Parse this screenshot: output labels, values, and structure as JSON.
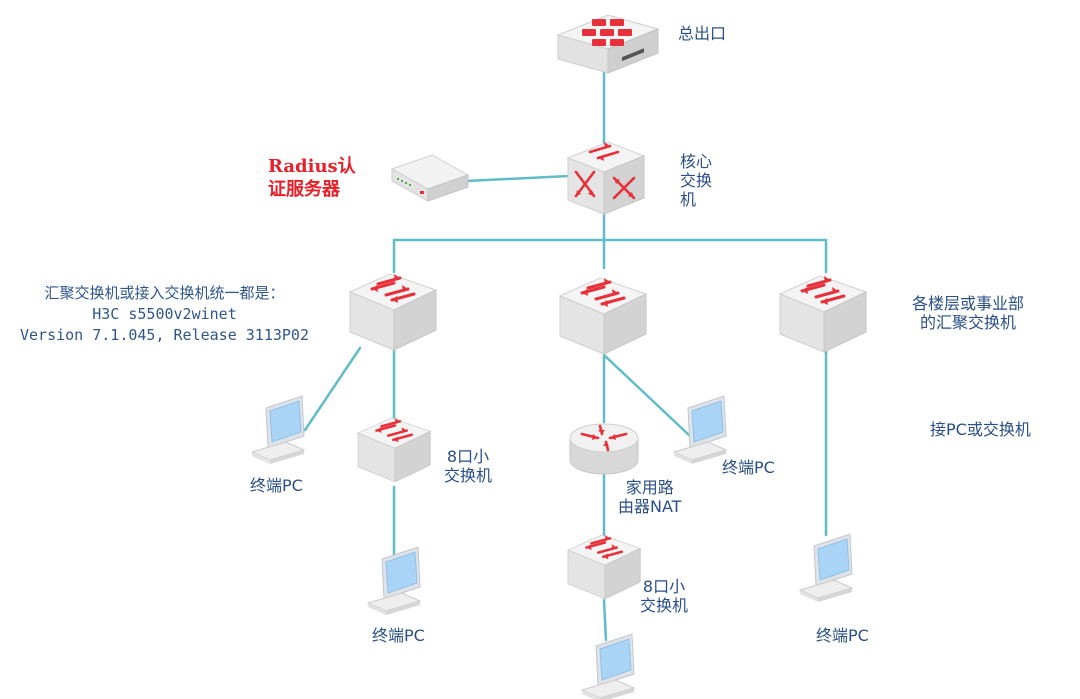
{
  "labels": {
    "exit": "总出口",
    "core": [
      "核心",
      "交换",
      "机"
    ],
    "radius": [
      "Radius认",
      "证服务器"
    ],
    "note": [
      "汇聚交换机或接入交换机统一都是：",
      "H3C s5500v2winet",
      "Version 7.1.045, Release 3113P02"
    ],
    "floors": [
      "各楼层或事业部",
      "的汇聚交换机"
    ],
    "connect_note": "接PC或交换机",
    "small_switch_left": [
      "8口小",
      "交换机"
    ],
    "small_switch_mid": [
      "8口小",
      "交换机"
    ],
    "router": [
      "家用路",
      "由器NAT"
    ],
    "pc": "终端PC"
  },
  "colors": {
    "link": "#5fbcc8",
    "device_red": "#e8303a",
    "label_blue": "#2a4f86",
    "radius_red": "#e8202a",
    "monitor_screen": "#a9d4f5"
  },
  "icons": [
    "firewall-icon",
    "switch-icon",
    "server-icon",
    "router-icon",
    "pc-icon"
  ]
}
